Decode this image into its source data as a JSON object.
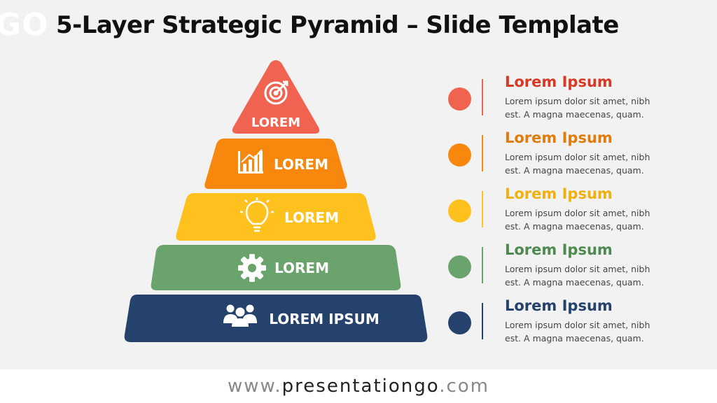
{
  "header": {
    "logo_text": "GO",
    "title": "5-Layer Strategic Pyramid – Slide Template"
  },
  "pyramid": {
    "layers": [
      {
        "label": "LOREM",
        "icon": "target-icon",
        "color": "#ef6350"
      },
      {
        "label": "LOREM",
        "icon": "bar-chart-icon",
        "color": "#f8870e"
      },
      {
        "label": "LOREM",
        "icon": "lightbulb-icon",
        "color": "#fec11e"
      },
      {
        "label": "LOREM",
        "icon": "gear-icon",
        "color": "#6ba36d"
      },
      {
        "label": "LOREM IPSUM",
        "icon": "people-icon",
        "color": "#24426c"
      }
    ]
  },
  "list": {
    "items": [
      {
        "title": "Lorem Ipsum",
        "text": "Lorem ipsum dolor sit amet, nibh est. A magna maecenas, quam.",
        "color": "#ef6350",
        "title_color": "#d63a26"
      },
      {
        "title": "Lorem Ipsum",
        "text": "Lorem ipsum dolor sit amet, nibh est. A magna maecenas, quam.",
        "color": "#f8870e",
        "title_color": "#e07b0c"
      },
      {
        "title": "Lorem Ipsum",
        "text": "Lorem ipsum dolor sit amet, nibh est. A magna maecenas, quam.",
        "color": "#fec11e",
        "title_color": "#f0b10e"
      },
      {
        "title": "Lorem Ipsum",
        "text": "Lorem ipsum dolor sit amet, nibh est. A magna maecenas, quam.",
        "color": "#6ba36d",
        "title_color": "#4e8a50"
      },
      {
        "title": "Lorem Ipsum",
        "text": "Lorem ipsum dolor sit amet, nibh est. A magna maecenas, quam.",
        "color": "#24426c",
        "title_color": "#24426c"
      }
    ]
  },
  "footer": {
    "prefix": "www.",
    "domain": "presentationgo",
    "suffix": ".com"
  }
}
